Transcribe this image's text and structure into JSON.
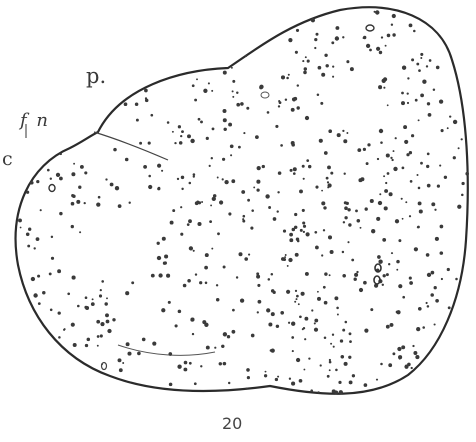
{
  "figure": {
    "number": "20",
    "labels": {
      "p": "p.",
      "fn": "f n",
      "c": "c"
    }
  },
  "colors": {
    "outline": "#2b2b2b",
    "dots": "#3a3a3a",
    "background": "#ffffff"
  }
}
